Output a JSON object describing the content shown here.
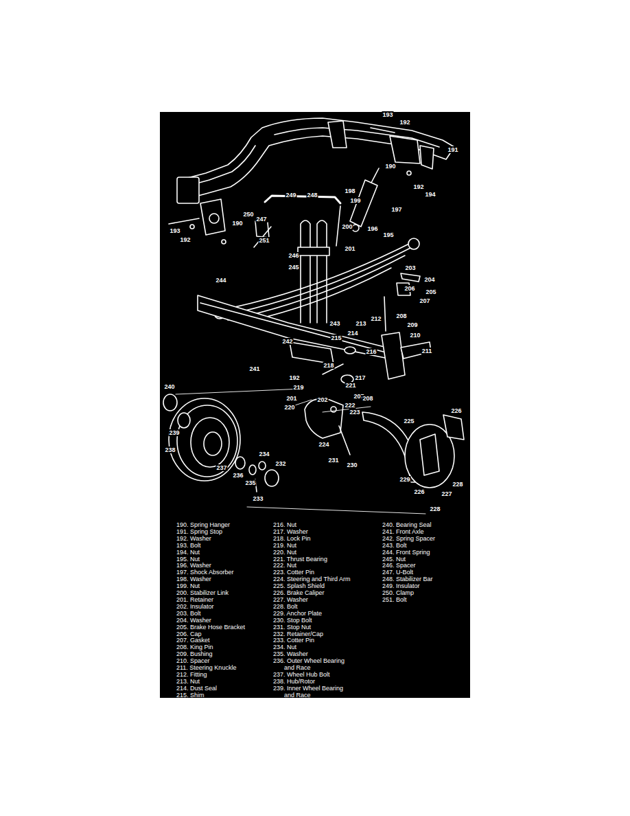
{
  "diagram": {
    "labels": [
      "193",
      "192",
      "191",
      "190",
      "192",
      "194",
      "249",
      "248",
      "198",
      "199",
      "197",
      "250",
      "247",
      "193",
      "192",
      "190",
      "200",
      "196",
      "195",
      "201",
      "251",
      "246",
      "245",
      "203",
      "204",
      "205",
      "206",
      "207",
      "244",
      "208",
      "243",
      "213",
      "212",
      "209",
      "210",
      "214",
      "215",
      "211",
      "242",
      "216",
      "241",
      "218",
      "217",
      "192",
      "219",
      "221",
      "207",
      "208",
      "240",
      "201",
      "220",
      "202",
      "222",
      "223",
      "225",
      "226",
      "239",
      "238",
      "224",
      "231",
      "230",
      "234",
      "232",
      "237",
      "236",
      "235",
      "233",
      "229",
      "228",
      "227",
      "226",
      "228",
      "190. Spring Hanger",
      "191. Spring Stop",
      "192. Washer",
      "193. Bolt",
      "194. Nut",
      "195. Nut",
      "196. Washer",
      "197. Shock Absorber",
      "198. Washer",
      "199. Nut",
      "200. Stabilizer Link",
      "201. Retainer",
      "202. Insulator",
      "203. Bolt",
      "204. Washer",
      "205. Brake Hose Bracket",
      "206. Cap",
      "207. Gasket",
      "208. King Pin",
      "209. Bushing",
      "210. Spacer",
      "211. Steering Knuckle",
      "212. Fitting",
      "213. Nut",
      "214. Dust Seal",
      "215. Shim",
      "216. Nut",
      "217. Washer",
      "218. Lock Pin",
      "219. Nut",
      "220. Nut",
      "221. Thrust Bearing",
      "222. Nut",
      "223. Cotter Pin",
      "224. Steering and Third Arm",
      "225. Splash Shield",
      "226. Brake Caliper",
      "227. Washer",
      "228. Bolt",
      "229. Anchor Plate",
      "230. Stop Bolt",
      "231. Stop Nut",
      "232. Retainer/Cap",
      "233. Cotter Pin",
      "234. Nut",
      "235. Washer",
      "236. Outer Wheel Bearing and Race",
      "237. Wheel Hub Bolt",
      "238. Hub/Rotor",
      "239. Inner Wheel Bearing and Race",
      "240. Bearing Seal",
      "241. Front Axle",
      "242. Spring Spacer",
      "243. Bolt",
      "244. Front Spring",
      "245. Nut",
      "246. Spacer",
      "247. U-Bolt",
      "248. Stabilizer Bar",
      "249. Insulator",
      "250. Clamp",
      "251. Bolt"
    ]
  }
}
